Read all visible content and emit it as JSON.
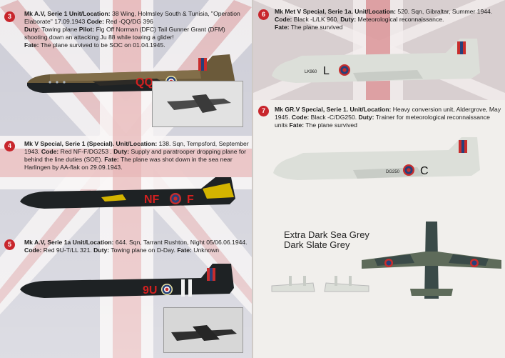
{
  "colors": {
    "flag_red": "#c8262c",
    "flag_blue": "#2a3f7a",
    "black_camo": "#1e2224",
    "dark_earth": "#6b5a3a",
    "sand": "#c9bfae",
    "roundel_blue": "#26407a",
    "roundel_red": "#c82d2d",
    "code_red": "#d42020",
    "dsg": "#3a4a48",
    "sky_light": "#dcdfd9"
  },
  "entries": [
    {
      "number": "3",
      "title": "Mk A.V, Serie 1 Unit/Location:",
      "unit": " 38 Wing, Holmsley South & Tunisia, \"Operation Elaborate\" 17.09.1943 ",
      "code_label": "Code:",
      "code": " Red -QQ/DG 396",
      "duty_label": "Duty:",
      "duty": " Towing plane ",
      "pilot_label": "Pilot:",
      "pilot": " Flg Off Norman (DFC) Tail Gunner Grant (DFM) shooting down an attacking Ju 88 while towing a glider!",
      "fate_label": "Fate:",
      "fate": " The plane survived to be SOC on 01.04.1945.",
      "marking": "QQ"
    },
    {
      "number": "4",
      "title": "Mk V Special, Serie 1 (Special).",
      "unit_label": " Unit/Location:",
      "unit": " 138. Sqn, Tempsford, September 1943. ",
      "code_label": "Code:",
      "code": " Red NF-F/DG253 . ",
      "duty_label": "Duty:",
      "duty": " Supply and paratrooper dropping plane for behind the line duties (SOE). ",
      "fate_label": "Fate:",
      "fate": " The plane was shot down in the sea near Harlingen by AA-flak on 29.09.1943.",
      "marking_left": "NF",
      "marking_right": "F"
    },
    {
      "number": "5",
      "title": "Mk A.V, Serie 1a Unit/Location:",
      "unit": " 644. Sqn, Tarrant Rushton, Night 05/06.06.1944. ",
      "code_label": "Code:",
      "code": " Red 9U-T/LL 321. ",
      "duty_label": "Duty:",
      "duty": " Towing plane on D-Day. ",
      "fate_label": "Fate:",
      "fate": " Unknown",
      "marking": "9U"
    },
    {
      "number": "6",
      "title": "Mk Met V Special, Serie 1a.",
      "unit_label": " Unit/Location:",
      "unit": " 520. Sqn, Gibraltar, Summer 1944. ",
      "code_label": "Code:",
      "code": " Black -L/LK 960. ",
      "duty_label": "Duty:",
      "duty": " Meteorological reconnaissance.",
      "fate_label": "Fate:",
      "fate": " The plane survived",
      "marking": "L",
      "serial": "LK960"
    },
    {
      "number": "7",
      "title": "Mk GR.V Special, Serie 1.",
      "unit_label": " Unit/Location:",
      "unit": " Heavy conversion unit, Aldergrove, May 1945. ",
      "code_label": "Code:",
      "code": " Black -C/DG250. ",
      "duty_label": "Duty:",
      "duty": " Trainer for meteorological reconnaissance units    ",
      "fate_label": "Fate:",
      "fate": " The plane survived",
      "marking": "C",
      "serial": "DG250"
    }
  ],
  "camo_legend": {
    "line1": "Extra Dark Sea Grey",
    "line2": "Dark Slate Grey"
  }
}
